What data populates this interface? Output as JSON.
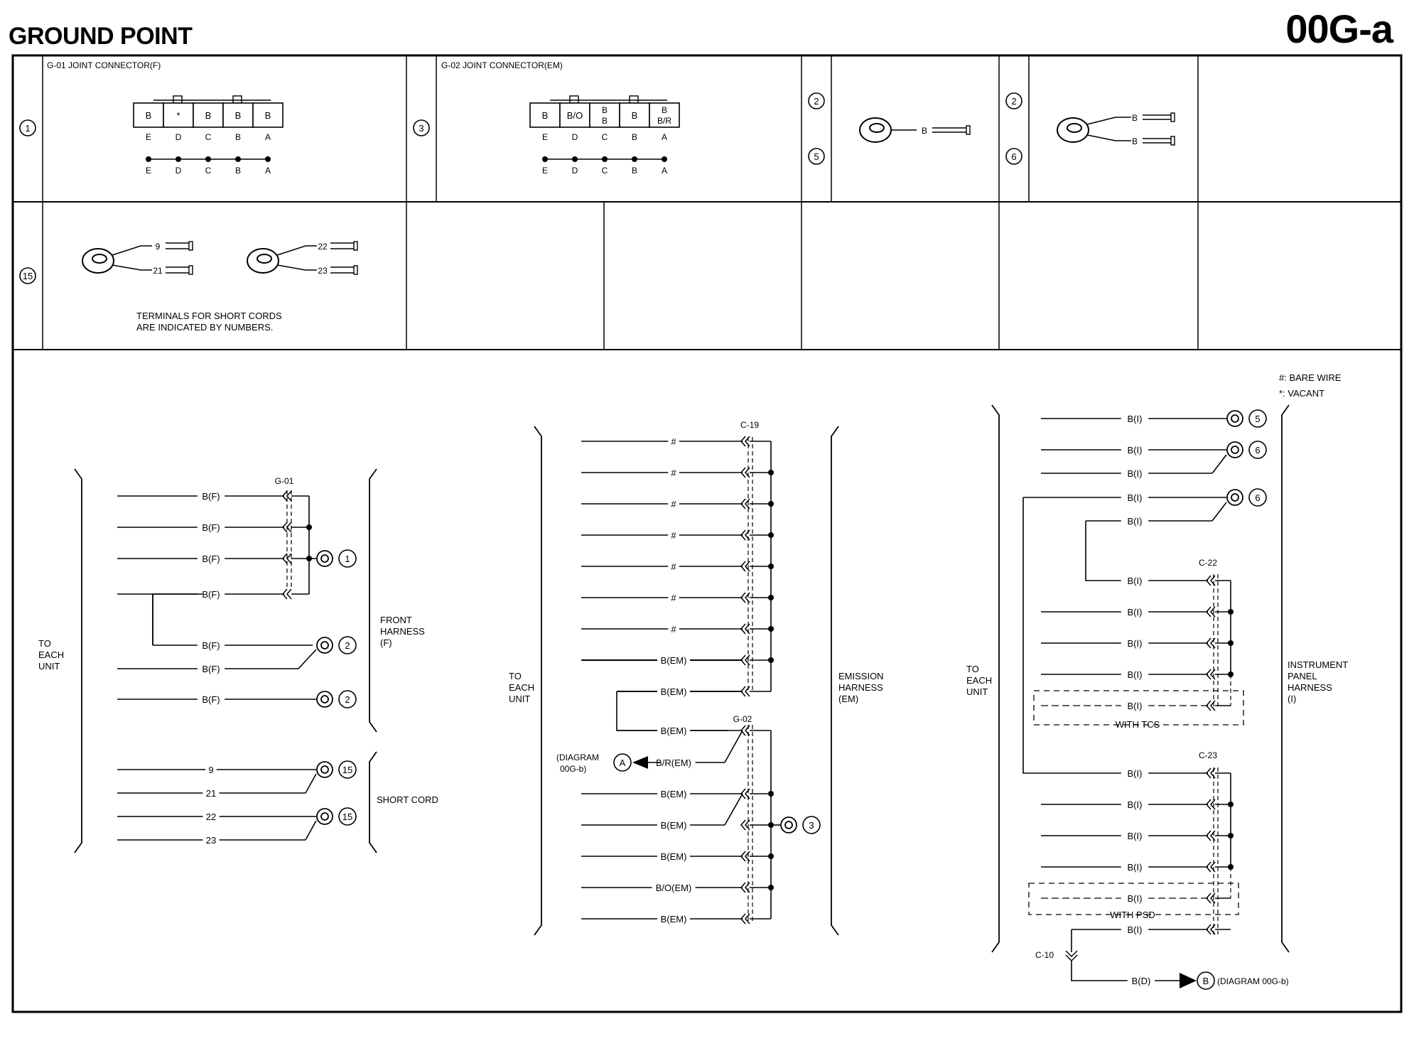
{
  "page": {
    "title": "GROUND POINT",
    "code": "00G-a"
  },
  "legend": {
    "bare_wire": "#: BARE WIRE",
    "vacant": "*: VACANT"
  },
  "connectors_table": {
    "g01": {
      "ref": "1",
      "title": "G-01 JOINT CONNECTOR(F)",
      "pins": [
        "B",
        "*",
        "B",
        "B",
        "B"
      ],
      "pin_letters": [
        "E",
        "D",
        "C",
        "B",
        "A"
      ]
    },
    "g02": {
      "ref": "3",
      "title": "G-02 JOINT CONNECTOR(EM)",
      "pins": [
        "B",
        "B/O",
        "B\nB",
        "B",
        "B\nB/R"
      ],
      "pin_letters": [
        "E",
        "D",
        "C",
        "B",
        "A"
      ]
    },
    "eyelet_single": {
      "refs": [
        "2",
        "5"
      ],
      "wire": "B"
    },
    "eyelet_double": {
      "refs": [
        "2",
        "6"
      ],
      "wires": [
        "B",
        "B"
      ]
    },
    "short_cord": {
      "ref": "15",
      "terminals_a": [
        "9",
        "21"
      ],
      "terminals_b": [
        "22",
        "23"
      ],
      "note_line1": "TERMINALS FOR SHORT CORDS",
      "note_line2": "ARE INDICATED BY NUMBERS."
    }
  },
  "front": {
    "side_label": [
      "TO",
      "EACH",
      "UNIT"
    ],
    "harness_label": [
      "FRONT",
      "HARNESS",
      "(F)"
    ],
    "short_cord_label": "SHORT CORD",
    "connector": "G-01",
    "wires": [
      "B(F)",
      "B(F)",
      "B(F)",
      "B(F)",
      "B(F)",
      "B(F)",
      "B(F)"
    ],
    "short_cord_terminals": [
      "9",
      "21",
      "22",
      "23"
    ],
    "grounds": [
      "1",
      "2",
      "2",
      "15",
      "15"
    ]
  },
  "emission": {
    "side_label": [
      "TO",
      "EACH",
      "UNIT"
    ],
    "harness_label": [
      "EMISSION",
      "HARNESS",
      "(EM)"
    ],
    "connector_top": "C-19",
    "connector_bottom": "G-02",
    "top_wires": [
      "#",
      "#",
      "#",
      "#",
      "#",
      "#",
      "#",
      "B(EM)",
      "B(EM)"
    ],
    "bottom_wires": [
      "B(EM)",
      "B/R(EM)",
      "B(EM)",
      "B(EM)",
      "B(EM)",
      "B/O(EM)",
      "B(EM)"
    ],
    "diagram_ref_label": [
      "(DIAGRAM",
      "00G-b)"
    ],
    "diagram_ref_letter": "A",
    "ground": "3"
  },
  "instrument": {
    "side_label": [
      "TO",
      "EACH",
      "UNIT"
    ],
    "harness_label": [
      "INSTRUMENT",
      "PANEL",
      "HARNESS",
      "(I)"
    ],
    "top_wires": [
      "B(I)",
      "B(I)",
      "B(I)",
      "B(I)",
      "B(I)"
    ],
    "grounds": [
      "5",
      "6",
      "6"
    ],
    "connector_c22": "C-22",
    "c22_wires": [
      "B(I)",
      "B(I)",
      "B(I)",
      "B(I)",
      "B(I)"
    ],
    "with_tcs": "WITH TCS",
    "connector_c23": "C-23",
    "c23_wires": [
      "B(I)",
      "B(I)",
      "B(I)",
      "B(I)",
      "B(I)",
      "B(I)"
    ],
    "with_psd": "WITH PSD",
    "connector_c10": "C-10",
    "bottom_wire": "B(D)",
    "diagram_ref_letter": "B",
    "diagram_ref_label": "(DIAGRAM 00G-b)"
  }
}
